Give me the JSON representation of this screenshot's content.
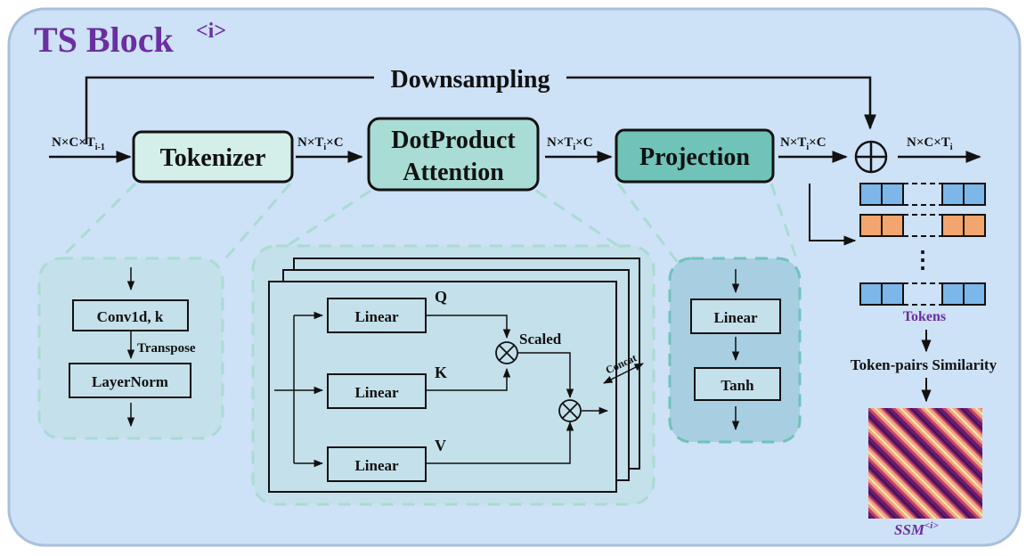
{
  "title": {
    "text": "TS Block",
    "superscript": "<i>"
  },
  "downsampling_label": "Downsampling",
  "dims": {
    "input": {
      "base": "N×C×T",
      "sub": "i-1"
    },
    "after_tokenizer": {
      "pre": "N×T",
      "sub": "i",
      "post": "×C"
    },
    "after_attention": {
      "pre": "N×T",
      "sub": "i",
      "post": "×C"
    },
    "after_projection": {
      "pre": "N×T",
      "sub": "i",
      "post": "×C"
    },
    "output": {
      "base": "N×C×T",
      "sub": "i"
    }
  },
  "blocks": {
    "tokenizer": "Tokenizer",
    "attention_line1": "DotProduct",
    "attention_line2": "Attention",
    "projection": "Projection"
  },
  "tokenizer_detail": {
    "conv": "Conv1d, k",
    "transpose": "Transpose",
    "norm": "LayerNorm"
  },
  "attention_detail": {
    "linear_q": "Linear",
    "linear_k": "Linear",
    "linear_v": "Linear",
    "q": "Q",
    "k": "K",
    "v": "V",
    "scaled": "Scaled",
    "concat": "Concat",
    "mult_symbol": "⊗"
  },
  "projection_detail": {
    "linear": "Linear",
    "tanh": "Tanh"
  },
  "tokens": {
    "label": "Tokens",
    "dots": "⋮"
  },
  "similarity_label": "Token-pairs Similarity",
  "ssm": {
    "text": "SSM",
    "superscript": "<i>"
  },
  "plus_symbol": "⊕",
  "colors": {
    "panel_bg": "#cde1f7",
    "panel_border": "#a9bfdc",
    "tokenizer_fill": "#d4eee9",
    "attention_fill": "#a9dcd4",
    "projection_fill": "#6fc3b8",
    "detail_bg": "#c4e0ea",
    "token_blue": "#7db7ea",
    "token_orange": "#f2a56e",
    "title_purple": "#6b2fa0"
  }
}
